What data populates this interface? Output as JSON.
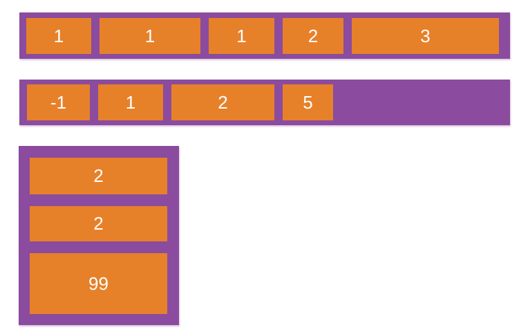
{
  "colors": {
    "container_purple": "#8b4b9e",
    "item_orange": "#e6812a",
    "label_white": "#ffffff",
    "page_background": "#ffffff"
  },
  "diagram": {
    "description_type": "flexbox-layout-illustration",
    "rows": [
      {
        "direction": "row",
        "items": [
          {
            "label": "1"
          },
          {
            "label": "1"
          },
          {
            "label": "1"
          },
          {
            "label": "2"
          },
          {
            "label": "3"
          }
        ]
      },
      {
        "direction": "row",
        "items": [
          {
            "label": "-1"
          },
          {
            "label": "1"
          },
          {
            "label": "2"
          },
          {
            "label": "5"
          }
        ]
      },
      {
        "direction": "column",
        "items": [
          {
            "label": "2"
          },
          {
            "label": "2"
          },
          {
            "label": "99"
          }
        ]
      }
    ]
  }
}
